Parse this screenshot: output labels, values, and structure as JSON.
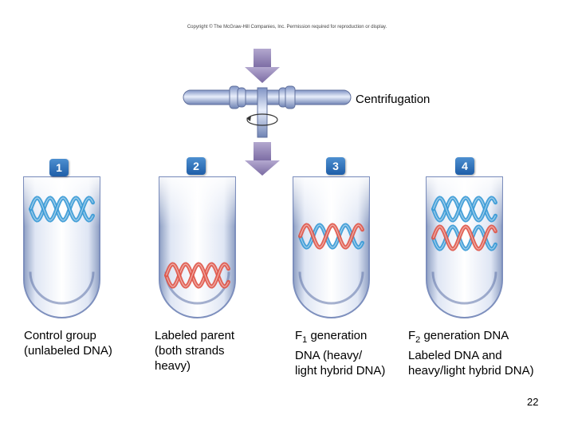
{
  "copyright": "Copyright © The McGraw-Hill Companies, Inc. Permission required for reproduction or display.",
  "centrifuge_label": "Centrifugation",
  "tubes": [
    {
      "number": "1",
      "caption": [
        "Control group",
        "(unlabeled DNA)"
      ],
      "bands": [
        "light"
      ]
    },
    {
      "number": "2",
      "caption": [
        "Labeled parent",
        "(both strands",
        "heavy)"
      ],
      "bands": [
        "heavy"
      ]
    },
    {
      "number": "3",
      "caption_html": "F<sub>1</sub> generation",
      "caption": [
        "F1 generation",
        "DNA (heavy/",
        "light hybrid DNA)"
      ],
      "bands": [
        "hybrid"
      ]
    },
    {
      "number": "4",
      "caption": [
        "F2 generation DNA",
        "Labeled DNA and",
        "heavy/light hybrid DNA)"
      ],
      "bands": [
        "light",
        "hybrid"
      ]
    }
  ],
  "colors": {
    "light_strand": "#3a9ad6",
    "heavy_strand": "#e0574a",
    "arrow": "#8e7fb3",
    "badge": "#2f6fb8"
  },
  "page_number": "22"
}
